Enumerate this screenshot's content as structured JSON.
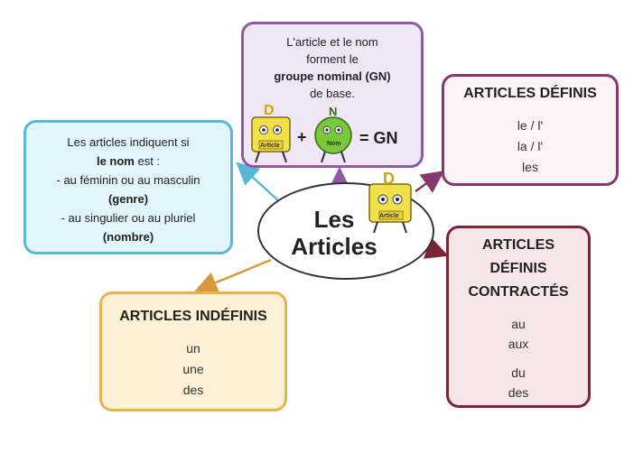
{
  "center": {
    "line1": "Les",
    "line2": "Articles"
  },
  "groupe_nominal": {
    "lines": [
      "L'article et le nom",
      "forment le",
      "groupe nominal (GN)",
      "de base."
    ],
    "letter_d": "D",
    "letter_n": "N",
    "badge_article": "Article",
    "badge_nom": "Nom",
    "plus": "+",
    "equals": "= GN"
  },
  "info": {
    "line1": "Les articles indiquent si",
    "line2_bold": "le nom",
    "line2_rest": " est :",
    "line3": "- au féminin ou au masculin",
    "line4": "(genre)",
    "line5": "- au singulier ou au pluriel",
    "line6": "(nombre)"
  },
  "definis": {
    "title": "ARTICLES DÉFINIS",
    "items": [
      "le / l'",
      "la / l'",
      "les"
    ]
  },
  "contractes": {
    "title_lines": [
      "ARTICLES",
      "DÉFINIS",
      "CONTRACTÉS"
    ],
    "items": [
      "au",
      "aux",
      "du",
      "des"
    ]
  },
  "indefinis": {
    "title": "ARTICLES INDÉFINIS",
    "items": [
      "un",
      "une",
      "des"
    ]
  },
  "colors": {
    "gn_border": "#8e5aa6",
    "info_border": "#58b8d6",
    "definis_border": "#86386a",
    "contractes_border": "#7a2636",
    "indefinis_border": "#e9b14f",
    "character_yellow": "#f1e04a",
    "character_green": "#79c83a"
  }
}
